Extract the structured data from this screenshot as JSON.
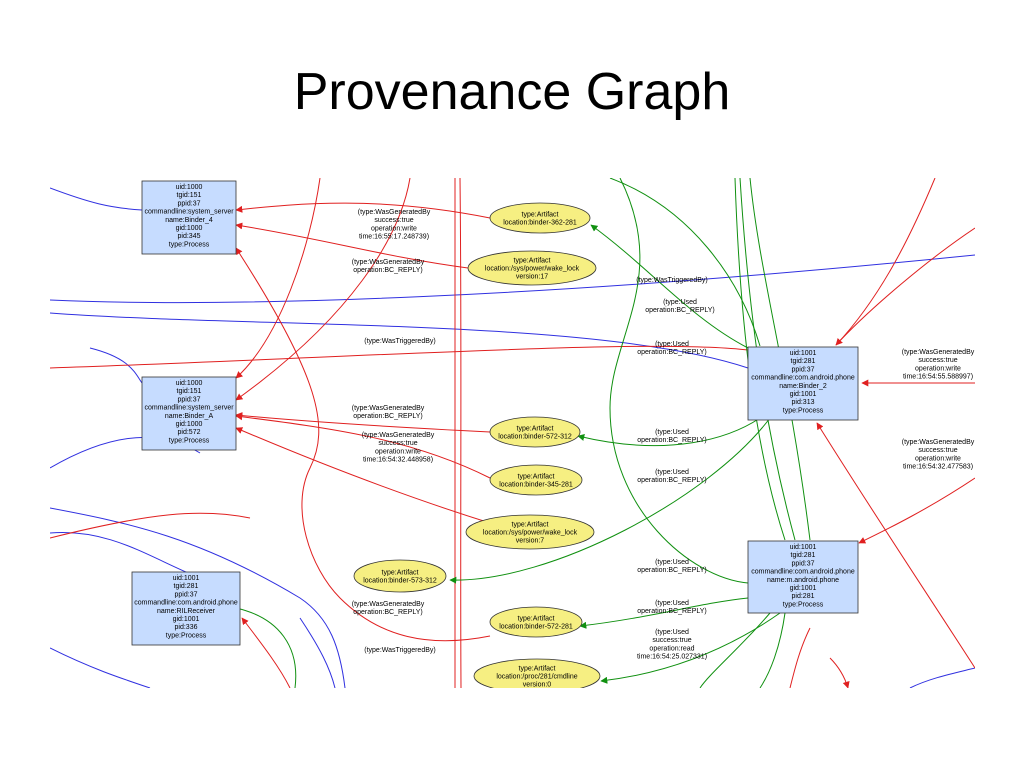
{
  "slide": {
    "title": "Provenance Graph"
  },
  "processes": [
    {
      "id": "p1",
      "lines": [
        "uid:1000",
        "tgid:151",
        "ppid:37",
        "commandline:system_server",
        "name:Binder_4",
        "gid:1000",
        "pid:345",
        "type:Process"
      ]
    },
    {
      "id": "p2",
      "lines": [
        "uid:1000",
        "tgid:151",
        "ppid:37",
        "commandline:system_server",
        "name:Binder_A",
        "gid:1000",
        "pid:572",
        "type:Process"
      ]
    },
    {
      "id": "p3",
      "lines": [
        "uid:1001",
        "tgid:281",
        "ppid:37",
        "commandline:com.android.phone",
        "name:RILReceiver",
        "gid:1001",
        "pid:336",
        "type:Process"
      ]
    },
    {
      "id": "p4",
      "lines": [
        "uid:1001",
        "tgid:281",
        "ppid:37",
        "commandline:com.android.phone",
        "name:Binder_2",
        "gid:1001",
        "pid:313",
        "type:Process"
      ]
    },
    {
      "id": "p5",
      "lines": [
        "uid:1001",
        "tgid:281",
        "ppid:37",
        "commandline:com.android.phone",
        "name:m.android.phone",
        "gid:1001",
        "pid:281",
        "type:Process"
      ]
    }
  ],
  "artifacts": [
    {
      "id": "a1",
      "lines": [
        "type:Artifact",
        "location:binder-362-281"
      ]
    },
    {
      "id": "a2",
      "lines": [
        "type:Artifact",
        "location:/sys/power/wake_lock",
        "version:17"
      ]
    },
    {
      "id": "a3",
      "lines": [
        "type:Artifact",
        "location:binder-572-312"
      ]
    },
    {
      "id": "a4",
      "lines": [
        "type:Artifact",
        "location:binder-345-281"
      ]
    },
    {
      "id": "a5",
      "lines": [
        "type:Artifact",
        "location:/sys/power/wake_lock",
        "version:7"
      ]
    },
    {
      "id": "a6",
      "lines": [
        "type:Artifact",
        "location:binder-573-312"
      ]
    },
    {
      "id": "a7",
      "lines": [
        "type:Artifact",
        "location:binder-572-281"
      ]
    },
    {
      "id": "a8",
      "lines": [
        "type:Artifact",
        "location:/proc/281/cmdline",
        "version:0"
      ]
    }
  ],
  "edge_labels": [
    {
      "id": "l1",
      "lines": [
        "(type:WasGeneratedBy",
        "success:true",
        "operation:write",
        "time:16:55:17.248739)"
      ]
    },
    {
      "id": "l2",
      "lines": [
        "(type:WasGeneratedBy",
        "operation:BC_REPLY)"
      ]
    },
    {
      "id": "l3",
      "lines": [
        "(type:WasTriggeredBy)"
      ]
    },
    {
      "id": "l4",
      "lines": [
        "(type:Used",
        "operation:BC_REPLY)"
      ]
    },
    {
      "id": "l5",
      "lines": [
        "(type:Used",
        "operation:BC_REPLY)"
      ]
    },
    {
      "id": "l6",
      "lines": [
        "(type:WasTriggeredBy)"
      ]
    },
    {
      "id": "l7",
      "lines": [
        "(type:WasGeneratedBy",
        "success:true",
        "operation:write",
        "time:16:54:55.588997)"
      ]
    },
    {
      "id": "l8",
      "lines": [
        "(type:WasGeneratedBy",
        "operation:BC_REPLY)"
      ]
    },
    {
      "id": "l9",
      "lines": [
        "(type:WasGeneratedBy",
        "success:true",
        "operation:write",
        "time:16:54:32.448958)"
      ]
    },
    {
      "id": "l10",
      "lines": [
        "(type:Used",
        "operation:BC_REPLY)"
      ]
    },
    {
      "id": "l11",
      "lines": [
        "(type:Used",
        "operation:BC_REPLY)"
      ]
    },
    {
      "id": "l12",
      "lines": [
        "(type:WasGeneratedBy",
        "success:true",
        "operation:write",
        "time:16:54:32.477583)"
      ]
    },
    {
      "id": "l13",
      "lines": [
        "(type:Used",
        "operation:BC_REPLY)"
      ]
    },
    {
      "id": "l14",
      "lines": [
        "(type:WasGeneratedBy",
        "operation:BC_REPLY)"
      ]
    },
    {
      "id": "l15",
      "lines": [
        "(type:Used",
        "operation:BC_REPLY)"
      ]
    },
    {
      "id": "l16",
      "lines": [
        "(type:WasTriggeredBy)"
      ]
    },
    {
      "id": "l17",
      "lines": [
        "(type:Used",
        "success:true",
        "operation:read",
        "time:16:54:25.027331)"
      ]
    }
  ],
  "colors": {
    "process_fill": "#c6dcff",
    "artifact_fill": "#f6ef82",
    "generated_edge": "#e02020",
    "used_edge": "#109010",
    "triggered_edge": "#3030e0"
  }
}
